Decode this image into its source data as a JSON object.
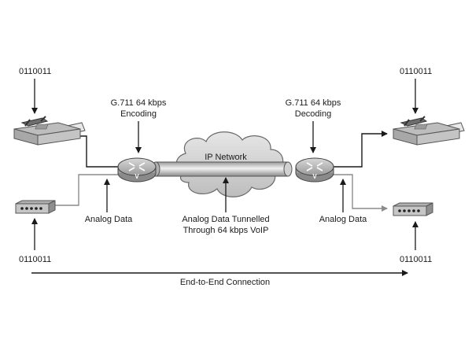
{
  "labels": {
    "binary_top_left": "0110011",
    "binary_top_right": "0110011",
    "binary_bottom_left": "0110011",
    "binary_bottom_right": "0110011",
    "codec_left_line1": "G.711 64 kbps",
    "codec_left_line2": "Encoding",
    "codec_right_line1": "G.711 64 kbps",
    "codec_right_line2": "Decoding",
    "ip_network": "IP Network",
    "analog_left": "Analog Data",
    "analog_right": "Analog Data",
    "tunnel_line1": "Analog Data Tunnelled",
    "tunnel_line2": "Through 64 kbps VoIP",
    "end_to_end": "End-to-End Connection",
    "router_glyph": "V"
  },
  "icons": {
    "fax_left": "fax-machine-icon",
    "fax_right": "fax-machine-icon",
    "modem_left": "modem-icon",
    "modem_right": "modem-icon",
    "router_left": "voice-router-icon",
    "router_right": "voice-router-icon",
    "cloud": "ip-network-cloud-icon"
  },
  "colors": {
    "device_fill": "#c8c8c8",
    "device_dark": "#8a8a8a",
    "line": "#1a1a1a",
    "gray_line": "#8c8c8c",
    "cloud_fill": "#d9d9d9"
  }
}
